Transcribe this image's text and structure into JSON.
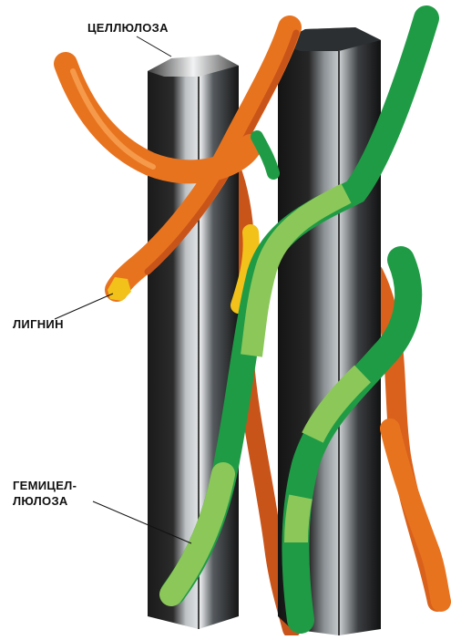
{
  "labels": {
    "cellulose": "ЦЕЛЛЮЛОЗА",
    "lignin": "ЛИГНИН",
    "hemicellulose_line1": "ГЕМИЦЕЛ-",
    "hemicellulose_line2": "ЛЮЛОЗА"
  },
  "colors": {
    "cellulose_dark": "#1e1e1e",
    "cellulose_light": "#d8dbdd",
    "lignin": "#e8731f",
    "lignin_dark": "#c9541a",
    "lignin_yellow": "#f2c21a",
    "hemicellulose": "#1f9b45",
    "hemicellulose_light": "#8cc75a"
  }
}
